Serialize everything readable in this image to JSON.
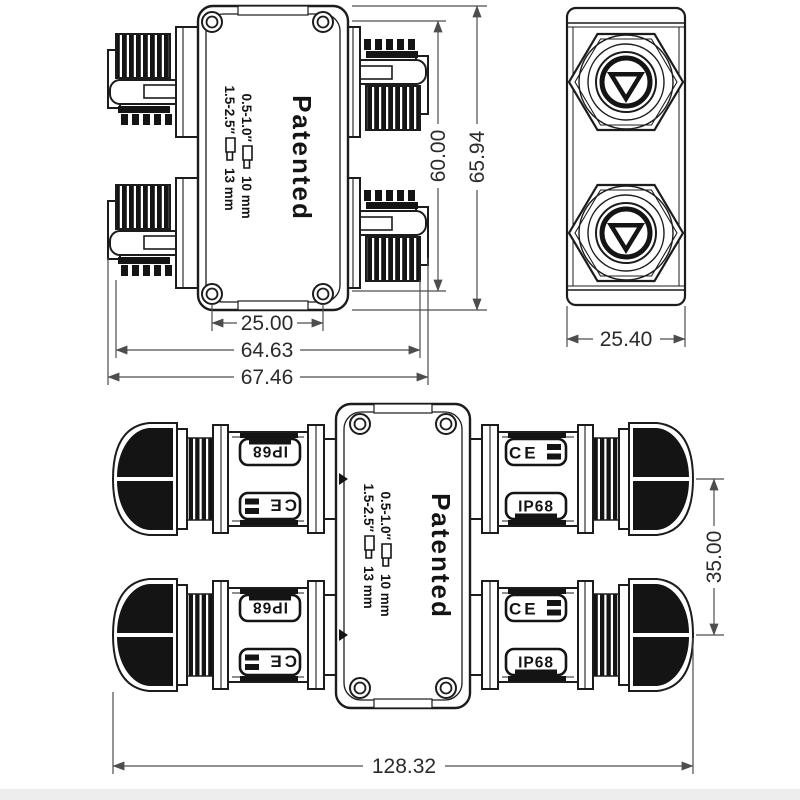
{
  "colors": {
    "background": "#ffffff",
    "line": "#1c1c1c",
    "fill_black": "#141414",
    "dimension_line": "#4d4d4d",
    "dimension_text": "#2b2b2b"
  },
  "body_markings": {
    "patented": "Patented",
    "wire_range_small": "0.5-1.0″",
    "wire_size_small": "10 mm",
    "wire_range_large": "1.5-2.5″",
    "wire_size_large": "13 mm"
  },
  "connector_markings": {
    "ce": "CE",
    "ip68": "IP68"
  },
  "dimensions": {
    "top_view": {
      "screw_spacing_mm": "25.00",
      "clamp_width_mm": "64.63",
      "overall_width_mm": "67.46",
      "body_height_mm": "60.00",
      "overall_height_mm": "65.94"
    },
    "end_view": {
      "width_mm": "25.40"
    },
    "assembled_view": {
      "port_spacing_mm": "35.00",
      "overall_length_mm": "128.32"
    }
  }
}
